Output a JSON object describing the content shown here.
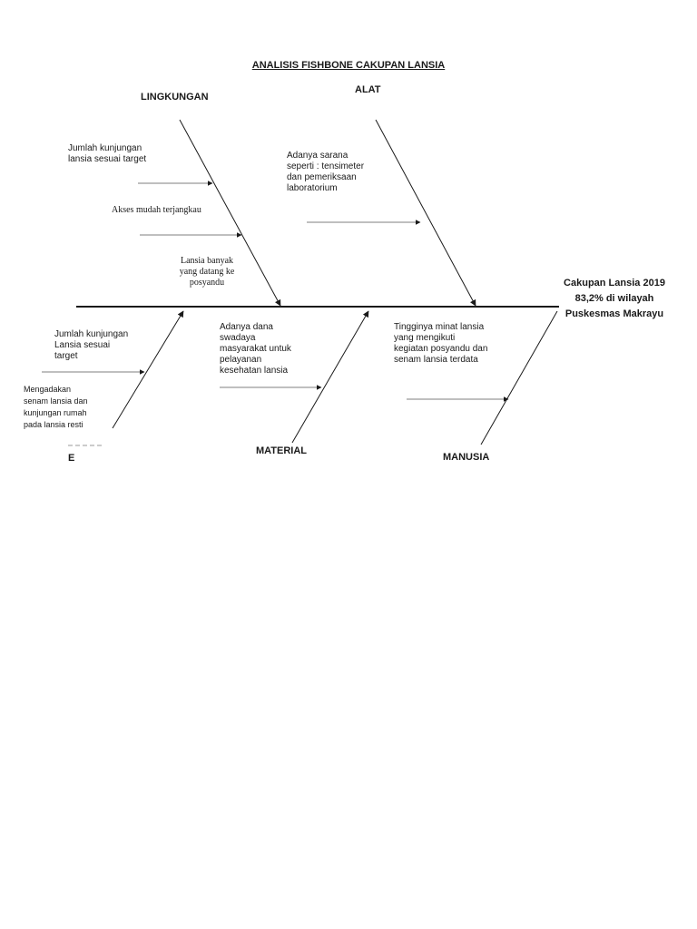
{
  "diagram": {
    "title": "ANALISIS FISHBONE CAKUPAN LANSIA",
    "effect": "Cakupan Lansia 2019\n83,2% di wilayah\nPuskesmas Makrayu",
    "categories": {
      "lingkungan": "LINGKUNGAN",
      "alat": "ALAT",
      "metode": "E",
      "material": "MATERIAL",
      "manusia": "MANUSIA"
    },
    "causes": {
      "lingkungan": [
        "Jumlah kunjungan\nlansia sesuai target",
        "Akses mudah terjangkau",
        "Lansia banyak\nyang datang ke\nposyandu"
      ],
      "alat": [
        "Adanya sarana\nseperti : tensimeter\ndan pemeriksaan\nlaboratorium"
      ],
      "metode": [
        "Jumlah kunjungan\nLansia sesuai\ntarget",
        "Mengadakan\nsenam lansia dan\nkunjungan rumah\npada lansia resti"
      ],
      "material": [
        "Adanya dana\nswadaya\nmasyarakat untuk\npelayanan\nkesehatan lansia"
      ],
      "manusia": [
        "Tingginya minat  lansia\nyang mengikuti\nkegiatan posyandu dan\nsenam lansia terdata"
      ]
    }
  }
}
